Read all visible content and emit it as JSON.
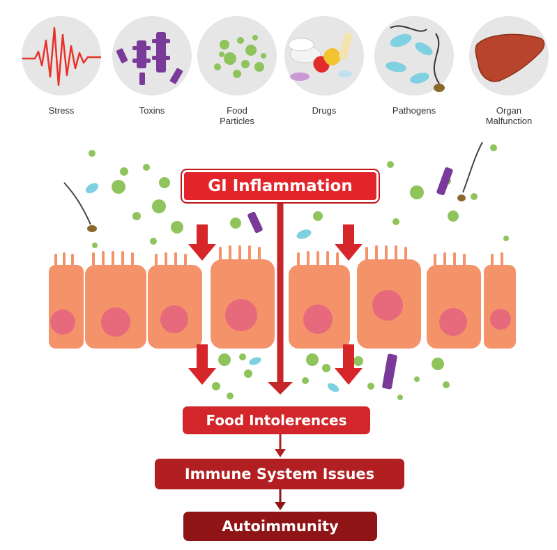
{
  "causes": [
    {
      "id": "stress",
      "label": "Stress",
      "icon": "stress-wave-icon"
    },
    {
      "id": "toxins",
      "label": "Toxins",
      "icon": "toxin-molecule-icon"
    },
    {
      "id": "food",
      "label": "Food\nParticles",
      "icon": "food-particles-icon"
    },
    {
      "id": "drugs",
      "label": "Drugs",
      "icon": "pills-icon"
    },
    {
      "id": "pathogens",
      "label": "Pathogens",
      "icon": "bacteria-icon"
    },
    {
      "id": "organ",
      "label": "Organ\nMalfunction",
      "icon": "liver-icon"
    }
  ],
  "flow": {
    "gi": "GI Inflammation",
    "food_intolerences": "Food Intolerences",
    "immune": "Immune System Issues",
    "autoimmunity": "Autoimmunity"
  },
  "colors": {
    "primary_red": "#e3252b",
    "dark_red": "#8e1416",
    "cell": "#f4926a",
    "nucleus": "#e66a7c",
    "particle_green": "#8fc45c",
    "toxin_purple": "#7a3a9a",
    "bacteria_blue": "#7fd0e0"
  }
}
